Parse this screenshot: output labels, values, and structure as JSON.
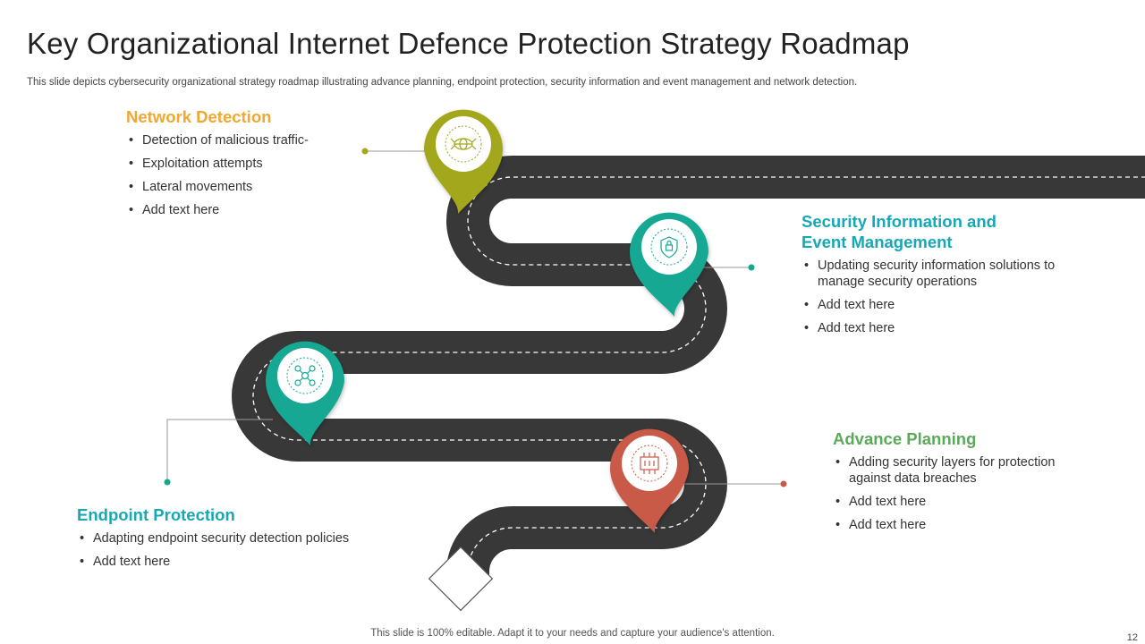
{
  "title": "Key Organizational Internet Defence Protection Strategy Roadmap",
  "subtitle": "This slide depicts cybersecurity organizational strategy roadmap illustrating advance planning, endpoint protection, security information and event management and network detection.",
  "colors": {
    "road": "#383838",
    "network_detection": "#f0a830",
    "security_info": "#17a8b5",
    "endpoint": "#17a8b5",
    "advance_planning": "#5aaa5a",
    "pin_olive": "#a3a71c",
    "pin_teal": "#12a892",
    "pin_red": "#c85a47"
  },
  "sections": {
    "network_detection": {
      "heading": "Network Detection",
      "bullets": [
        "Detection of malicious traffic-",
        "Exploitation attempts",
        "Lateral movements",
        "Add text here"
      ],
      "icon": "network-globe-icon"
    },
    "security_info": {
      "heading_line1": "Security Information and",
      "heading_line2": "Event Management",
      "bullets": [
        "Updating security information solutions to manage security operations",
        "Add text here",
        "Add text here"
      ],
      "icon": "shield-icon"
    },
    "endpoint": {
      "heading": "Endpoint Protection",
      "bullets": [
        "Adapting endpoint security detection policies",
        "Add text here"
      ],
      "icon": "network-nodes-icon"
    },
    "advance_planning": {
      "heading": "Advance Planning",
      "bullets": [
        "Adding security layers for protection against data breaches",
        "Add text here",
        "Add text here"
      ],
      "icon": "circuit-chip-icon"
    }
  },
  "footer": "This slide is 100% editable. Adapt it to your needs and capture your audience's attention.",
  "page_number": "12"
}
